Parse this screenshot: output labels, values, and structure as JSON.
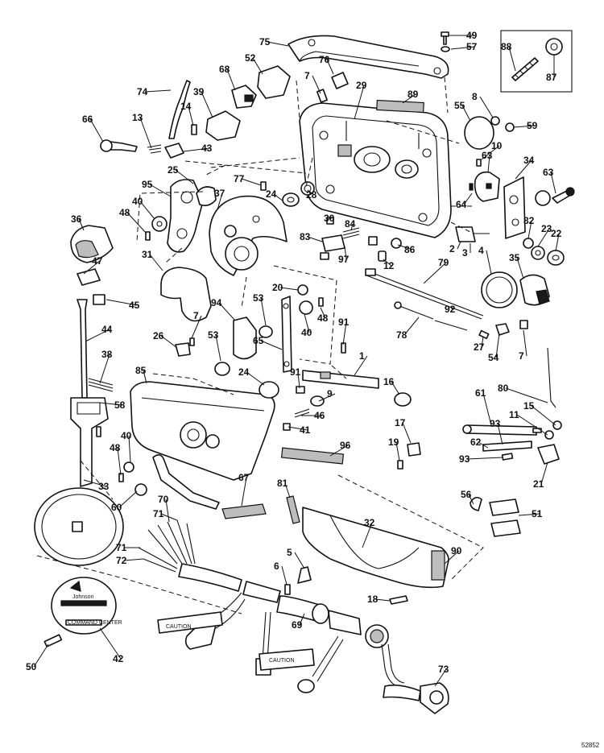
{
  "diagram": {
    "drawing_code": "52852",
    "callouts": [
      {
        "n": "1"
      },
      {
        "n": "2"
      },
      {
        "n": "3"
      },
      {
        "n": "4"
      },
      {
        "n": "5"
      },
      {
        "n": "6"
      },
      {
        "n": "7"
      },
      {
        "n": "8"
      },
      {
        "n": "9"
      },
      {
        "n": "10"
      },
      {
        "n": "11"
      },
      {
        "n": "12"
      },
      {
        "n": "13"
      },
      {
        "n": "14"
      },
      {
        "n": "15"
      },
      {
        "n": "16"
      },
      {
        "n": "17"
      },
      {
        "n": "18"
      },
      {
        "n": "19"
      },
      {
        "n": "20"
      },
      {
        "n": "21"
      },
      {
        "n": "22"
      },
      {
        "n": "23"
      },
      {
        "n": "24"
      },
      {
        "n": "25"
      },
      {
        "n": "26"
      },
      {
        "n": "27"
      },
      {
        "n": "28"
      },
      {
        "n": "29"
      },
      {
        "n": "30"
      },
      {
        "n": "31"
      },
      {
        "n": "32"
      },
      {
        "n": "33"
      },
      {
        "n": "34"
      },
      {
        "n": "35"
      },
      {
        "n": "36"
      },
      {
        "n": "37"
      },
      {
        "n": "38"
      },
      {
        "n": "39"
      },
      {
        "n": "40"
      },
      {
        "n": "41"
      },
      {
        "n": "42"
      },
      {
        "n": "43"
      },
      {
        "n": "44"
      },
      {
        "n": "45"
      },
      {
        "n": "46"
      },
      {
        "n": "47"
      },
      {
        "n": "48"
      },
      {
        "n": "49"
      },
      {
        "n": "50"
      },
      {
        "n": "51"
      },
      {
        "n": "52"
      },
      {
        "n": "53"
      },
      {
        "n": "54"
      },
      {
        "n": "55"
      },
      {
        "n": "56"
      },
      {
        "n": "57"
      },
      {
        "n": "58"
      },
      {
        "n": "59"
      },
      {
        "n": "60"
      },
      {
        "n": "61"
      },
      {
        "n": "62"
      },
      {
        "n": "63"
      },
      {
        "n": "64"
      },
      {
        "n": "65"
      },
      {
        "n": "66"
      },
      {
        "n": "67"
      },
      {
        "n": "68"
      },
      {
        "n": "69"
      },
      {
        "n": "70"
      },
      {
        "n": "71"
      },
      {
        "n": "72"
      },
      {
        "n": "73"
      },
      {
        "n": "74"
      },
      {
        "n": "75"
      },
      {
        "n": "76"
      },
      {
        "n": "77"
      },
      {
        "n": "78"
      },
      {
        "n": "79"
      },
      {
        "n": "80"
      },
      {
        "n": "81"
      },
      {
        "n": "82"
      },
      {
        "n": "83"
      },
      {
        "n": "84"
      },
      {
        "n": "85"
      },
      {
        "n": "86"
      },
      {
        "n": "87"
      },
      {
        "n": "88"
      },
      {
        "n": "89"
      },
      {
        "n": "90"
      },
      {
        "n": "91"
      },
      {
        "n": "92"
      },
      {
        "n": "93"
      },
      {
        "n": "94"
      },
      {
        "n": "95"
      },
      {
        "n": "96"
      },
      {
        "n": "97"
      }
    ],
    "decal_brand": "Johnson",
    "decal_caption": "COMMAND CENTER",
    "caution_label": "CAUTION"
  },
  "colors": {
    "ink": "#111111",
    "paper": "#ffffff",
    "shade": "#bdbdbd"
  }
}
